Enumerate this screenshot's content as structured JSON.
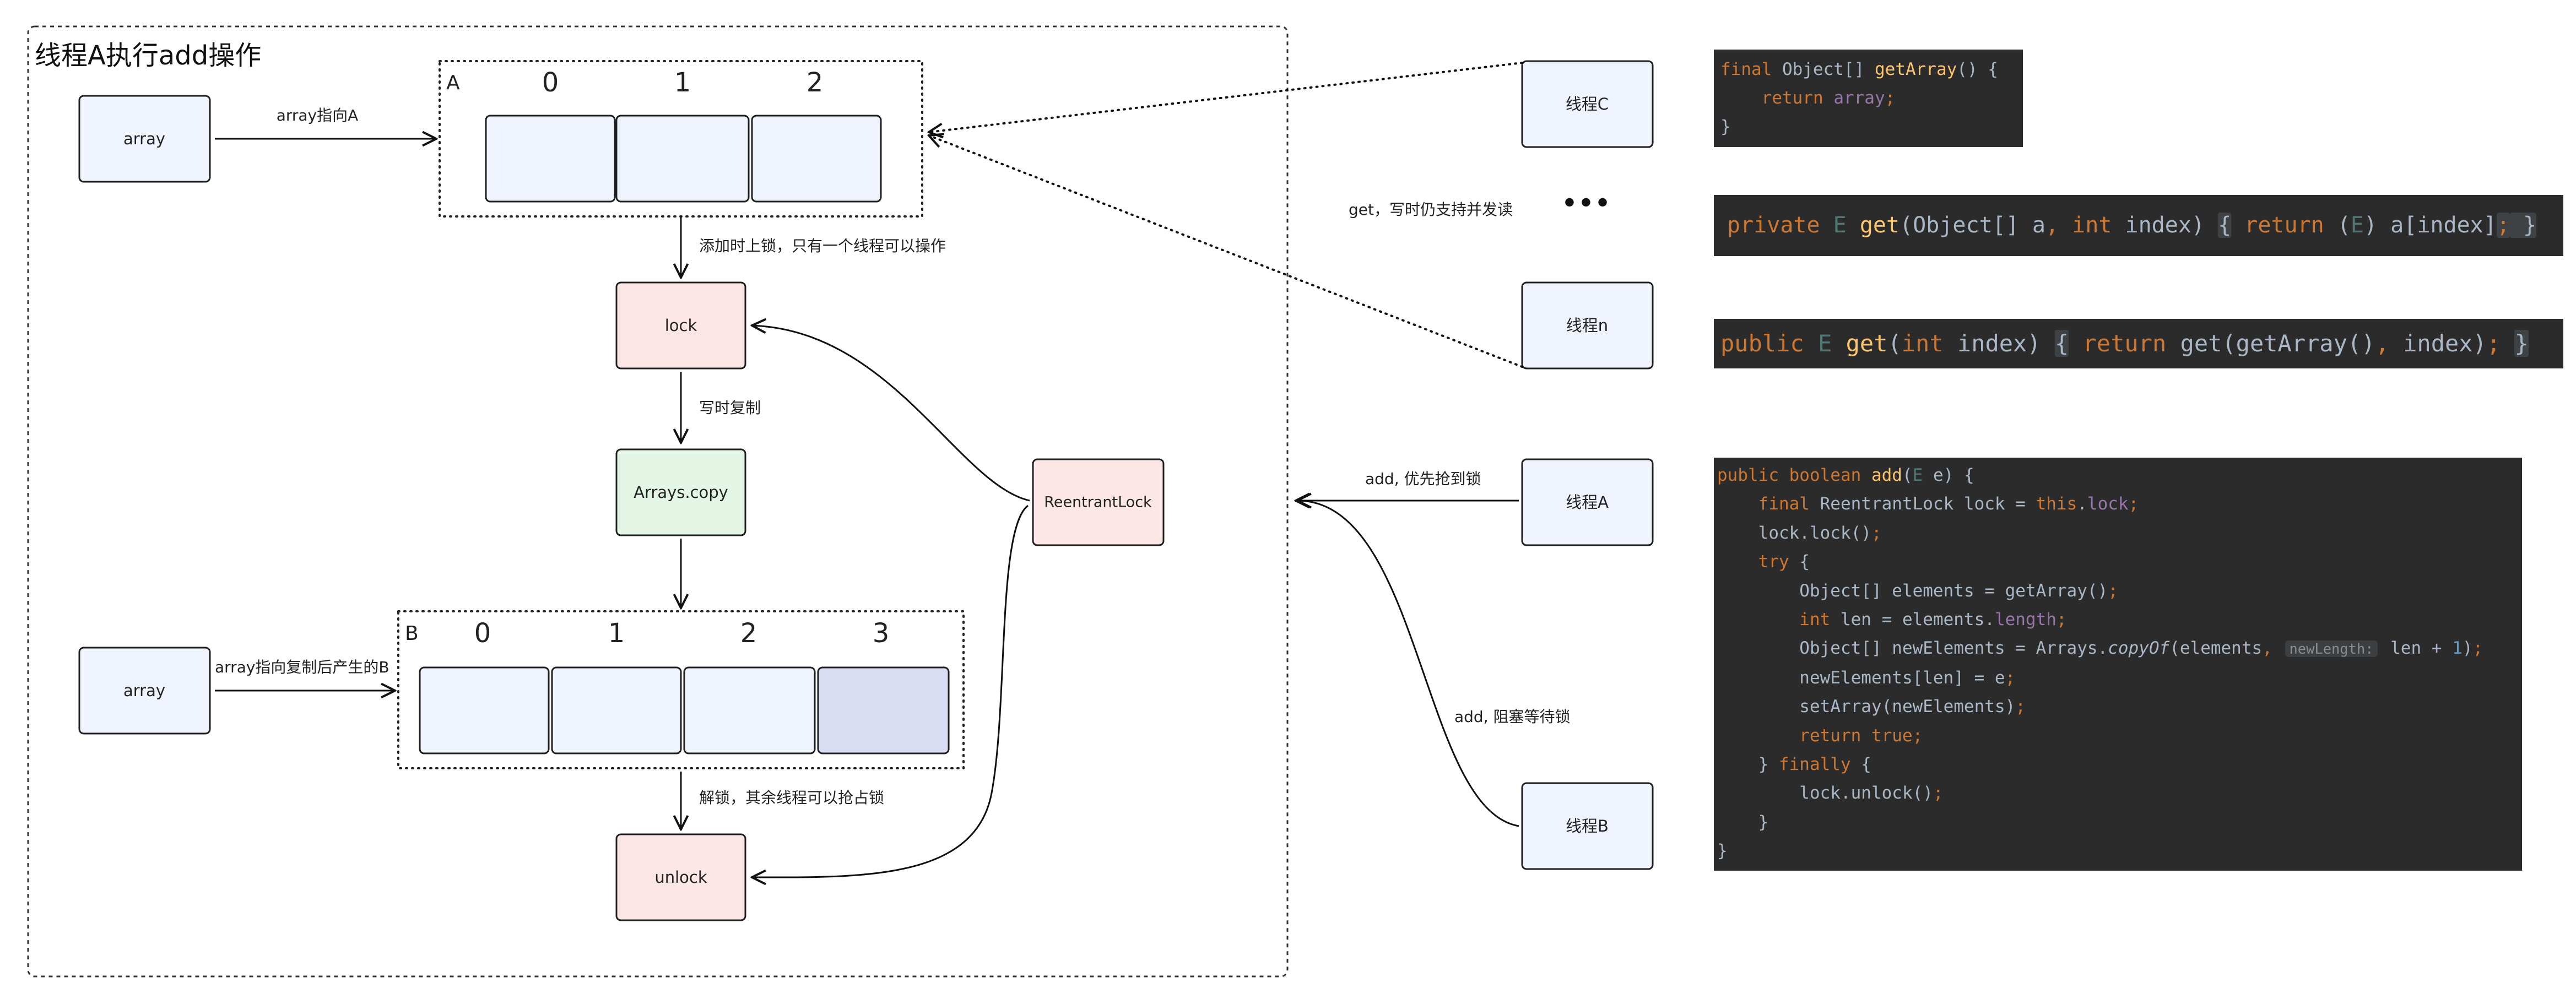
{
  "title": "线程A执行add操作",
  "nodes": {
    "array_top": "array",
    "array_bottom": "array",
    "lock": "lock",
    "arrays_copy": "Arrays.copy",
    "unlock": "unlock",
    "reentrant_lock": "ReentrantLock",
    "thread_c": "线程C",
    "thread_n": "线程n",
    "thread_a": "线程A",
    "thread_b": "线程B",
    "ellipsis": "•••"
  },
  "array_a": {
    "label": "A",
    "indices": [
      "0",
      "1",
      "2"
    ]
  },
  "array_b": {
    "label": "B",
    "indices": [
      "0",
      "1",
      "2",
      "3"
    ]
  },
  "edges": {
    "array_to_a": "array指向A",
    "lock_on_add": "添加时上锁，只有一个线程可以操作",
    "copy_on_write": "写时复制",
    "array_to_b": "array指向复制后产生的B",
    "unlock": "解锁，其余线程可以抢占锁",
    "concurrent_get": "get，写时仍支持并发读",
    "add_acquire": "add, 优先抢到锁",
    "add_blocked": "add, 阻塞等待锁"
  },
  "code": {
    "get_array": [
      [
        {
          "t": "final ",
          "c": "#cc7832"
        },
        {
          "t": "Object[] ",
          "c": "#a9b7c6"
        },
        {
          "t": "getArray",
          "c": "#ffc66d"
        },
        {
          "t": "() {",
          "c": "#a9b7c6"
        }
      ],
      [
        {
          "t": "    return ",
          "c": "#cc7832"
        },
        {
          "t": "array",
          "c": "#9876aa"
        },
        {
          "t": ";",
          "c": "#cc7832"
        }
      ],
      [
        {
          "t": "}",
          "c": "#a9b7c6"
        }
      ]
    ],
    "get_with_array": [
      [
        {
          "t": "private ",
          "c": "#cc7832"
        },
        {
          "t": "E ",
          "c": "#507874"
        },
        {
          "t": "get",
          "c": "#ffc66d"
        },
        {
          "t": "(Object[] a",
          "c": "#a9b7c6"
        },
        {
          "t": ", ",
          "c": "#cc7832"
        },
        {
          "t": "int ",
          "c": "#cc7832"
        },
        {
          "t": "index) ",
          "c": "#a9b7c6"
        },
        {
          "t": "{",
          "c": "#a9b7c6",
          "bg": "#3e4245"
        },
        {
          "t": " ",
          "c": "#a9b7c6"
        },
        {
          "t": "return ",
          "c": "#cc7832"
        },
        {
          "t": "(",
          "c": "#a9b7c6"
        },
        {
          "t": "E",
          "c": "#507874"
        },
        {
          "t": ") a[index]",
          "c": "#a9b7c6"
        },
        {
          "t": ";",
          "c": "#cc7832",
          "bg": "#3e4245"
        },
        {
          "t": " }",
          "c": "#a9b7c6",
          "bg": "#3e4245"
        }
      ]
    ],
    "get_by_index": [
      [
        {
          "t": "public ",
          "c": "#cc7832"
        },
        {
          "t": "E ",
          "c": "#507874"
        },
        {
          "t": "get",
          "c": "#ffc66d"
        },
        {
          "t": "(",
          "c": "#a9b7c6"
        },
        {
          "t": "int ",
          "c": "#cc7832"
        },
        {
          "t": "index) ",
          "c": "#a9b7c6"
        },
        {
          "t": "{",
          "c": "#a9b7c6",
          "bg": "#3e4245"
        },
        {
          "t": " ",
          "c": "#a9b7c6"
        },
        {
          "t": "return ",
          "c": "#cc7832"
        },
        {
          "t": "get(getArray()",
          "c": "#a9b7c6"
        },
        {
          "t": ", ",
          "c": "#cc7832"
        },
        {
          "t": "index)",
          "c": "#a9b7c6"
        },
        {
          "t": ";",
          "c": "#cc7832"
        },
        {
          "t": " ",
          "c": "#a9b7c6"
        },
        {
          "t": "}",
          "c": "#a9b7c6",
          "bg": "#3e4245"
        }
      ]
    ],
    "add": [
      [
        {
          "t": "public boolean ",
          "c": "#cc7832"
        },
        {
          "t": "add",
          "c": "#ffc66d"
        },
        {
          "t": "(",
          "c": "#a9b7c6"
        },
        {
          "t": "E",
          "c": "#507874"
        },
        {
          "t": " e) {",
          "c": "#a9b7c6"
        }
      ],
      [
        {
          "t": "    final ",
          "c": "#cc7832"
        },
        {
          "t": "ReentrantLock lock = ",
          "c": "#a9b7c6"
        },
        {
          "t": "this",
          "c": "#cc7832"
        },
        {
          "t": ".",
          "c": "#a9b7c6"
        },
        {
          "t": "lock",
          "c": "#9876aa"
        },
        {
          "t": ";",
          "c": "#cc7832"
        }
      ],
      [
        {
          "t": "    lock.lock()",
          "c": "#a9b7c6"
        },
        {
          "t": ";",
          "c": "#cc7832"
        }
      ],
      [
        {
          "t": "    try ",
          "c": "#cc7832"
        },
        {
          "t": "{",
          "c": "#a9b7c6"
        }
      ],
      [
        {
          "t": "        Object[] elements = getArray()",
          "c": "#a9b7c6"
        },
        {
          "t": ";",
          "c": "#cc7832"
        }
      ],
      [
        {
          "t": "        int ",
          "c": "#cc7832"
        },
        {
          "t": "len = elements.",
          "c": "#a9b7c6"
        },
        {
          "t": "length",
          "c": "#9876aa"
        },
        {
          "t": ";",
          "c": "#cc7832"
        }
      ],
      [
        {
          "t": "        Object[] newElements = Arrays.",
          "c": "#a9b7c6"
        },
        {
          "t": "copyOf",
          "c": "#a9b7c6",
          "i": true
        },
        {
          "t": "(elements",
          "c": "#a9b7c6"
        },
        {
          "t": ", ",
          "c": "#cc7832"
        },
        {
          "t": "newLength:",
          "c": "#8c8c8c",
          "bg": "#3b3f42",
          "hint": true
        },
        {
          "t": " len + ",
          "c": "#a9b7c6"
        },
        {
          "t": "1",
          "c": "#6897bb"
        },
        {
          "t": ")",
          "c": "#a9b7c6"
        },
        {
          "t": ";",
          "c": "#cc7832"
        }
      ],
      [
        {
          "t": "        newElements[len] = e",
          "c": "#a9b7c6"
        },
        {
          "t": ";",
          "c": "#cc7832"
        }
      ],
      [
        {
          "t": "        setArray(newElements)",
          "c": "#a9b7c6"
        },
        {
          "t": ";",
          "c": "#cc7832"
        }
      ],
      [
        {
          "t": "        return true",
          "c": "#cc7832"
        },
        {
          "t": ";",
          "c": "#cc7832"
        }
      ],
      [
        {
          "t": "    } ",
          "c": "#a9b7c6"
        },
        {
          "t": "finally ",
          "c": "#cc7832"
        },
        {
          "t": "{",
          "c": "#a9b7c6"
        }
      ],
      [
        {
          "t": "        lock.unlock()",
          "c": "#a9b7c6"
        },
        {
          "t": ";",
          "c": "#cc7832"
        }
      ],
      [
        {
          "t": "    }",
          "c": "#a9b7c6"
        }
      ],
      [
        {
          "t": "}",
          "c": "#a9b7c6"
        }
      ]
    ]
  }
}
